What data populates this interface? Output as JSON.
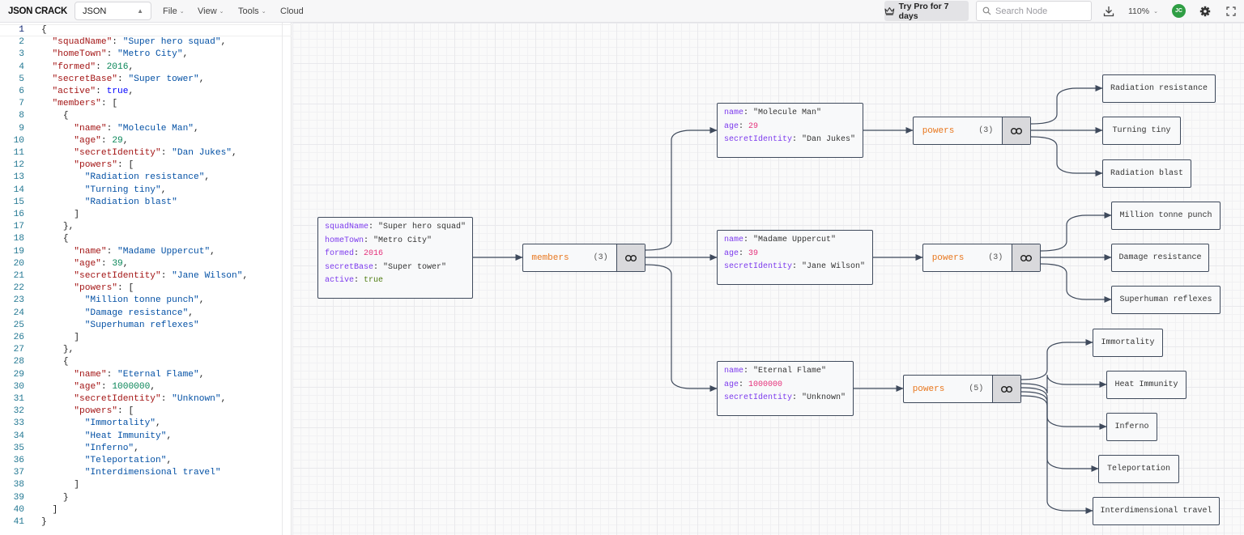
{
  "toolbar": {
    "logo": "JSON CRACK",
    "format": "JSON",
    "menus": [
      "File",
      "View",
      "Tools",
      "Cloud"
    ],
    "pro_label": "Try Pro for 7 days",
    "search_placeholder": "Search Node",
    "zoom": "110%",
    "avatar_initials": "JC"
  },
  "editor": {
    "lines": [
      "{",
      "  \"squadName\": \"Super hero squad\",",
      "  \"homeTown\": \"Metro City\",",
      "  \"formed\": 2016,",
      "  \"secretBase\": \"Super tower\",",
      "  \"active\": true,",
      "  \"members\": [",
      "    {",
      "      \"name\": \"Molecule Man\",",
      "      \"age\": 29,",
      "      \"secretIdentity\": \"Dan Jukes\",",
      "      \"powers\": [",
      "        \"Radiation resistance\",",
      "        \"Turning tiny\",",
      "        \"Radiation blast\"",
      "      ]",
      "    },",
      "    {",
      "      \"name\": \"Madame Uppercut\",",
      "      \"age\": 39,",
      "      \"secretIdentity\": \"Jane Wilson\",",
      "      \"powers\": [",
      "        \"Million tonne punch\",",
      "        \"Damage resistance\",",
      "        \"Superhuman reflexes\"",
      "      ]",
      "    },",
      "    {",
      "      \"name\": \"Eternal Flame\",",
      "      \"age\": 1000000,",
      "      \"secretIdentity\": \"Unknown\",",
      "      \"powers\": [",
      "        \"Immortality\",",
      "        \"Heat Immunity\",",
      "        \"Inferno\",",
      "        \"Teleportation\",",
      "        \"Interdimensional travel\"",
      "      ]",
      "    }",
      "  ]",
      "}"
    ]
  },
  "graph": {
    "root": {
      "rows": [
        {
          "key": "squadName",
          "value": "\"Super hero squad\"",
          "type": "str"
        },
        {
          "key": "homeTown",
          "value": "\"Metro City\"",
          "type": "str"
        },
        {
          "key": "formed",
          "value": "2016",
          "type": "num"
        },
        {
          "key": "secretBase",
          "value": "\"Super tower\"",
          "type": "str"
        },
        {
          "key": "active",
          "value": "true",
          "type": "bool"
        }
      ]
    },
    "members_array": {
      "name": "members",
      "count": "(3)"
    },
    "members": [
      {
        "rows": [
          {
            "key": "name",
            "value": "\"Molecule Man\"",
            "type": "str"
          },
          {
            "key": "age",
            "value": "29",
            "type": "num"
          },
          {
            "key": "secretIdentity",
            "value": "\"Dan Jukes\"",
            "type": "str"
          }
        ],
        "powers_label": "powers",
        "powers_count": "(3)",
        "powers": [
          "Radiation resistance",
          "Turning tiny",
          "Radiation blast"
        ]
      },
      {
        "rows": [
          {
            "key": "name",
            "value": "\"Madame Uppercut\"",
            "type": "str"
          },
          {
            "key": "age",
            "value": "39",
            "type": "num"
          },
          {
            "key": "secretIdentity",
            "value": "\"Jane Wilson\"",
            "type": "str"
          }
        ],
        "powers_label": "powers",
        "powers_count": "(3)",
        "powers": [
          "Million tonne punch",
          "Damage resistance",
          "Superhuman reflexes"
        ]
      },
      {
        "rows": [
          {
            "key": "name",
            "value": "\"Eternal Flame\"",
            "type": "str"
          },
          {
            "key": "age",
            "value": "1000000",
            "type": "num"
          },
          {
            "key": "secretIdentity",
            "value": "\"Unknown\"",
            "type": "str"
          }
        ],
        "powers_label": "powers",
        "powers_count": "(5)",
        "powers": [
          "Immortality",
          "Heat Immunity",
          "Inferno",
          "Teleportation",
          "Interdimensional travel"
        ]
      }
    ]
  },
  "colors": {
    "key": "#7c3aed",
    "number": "#e5307a",
    "boolean": "#4d7c0f",
    "array_label": "#e8771e",
    "edge": "#3f4a5c",
    "avatar": "#2f9e44"
  }
}
